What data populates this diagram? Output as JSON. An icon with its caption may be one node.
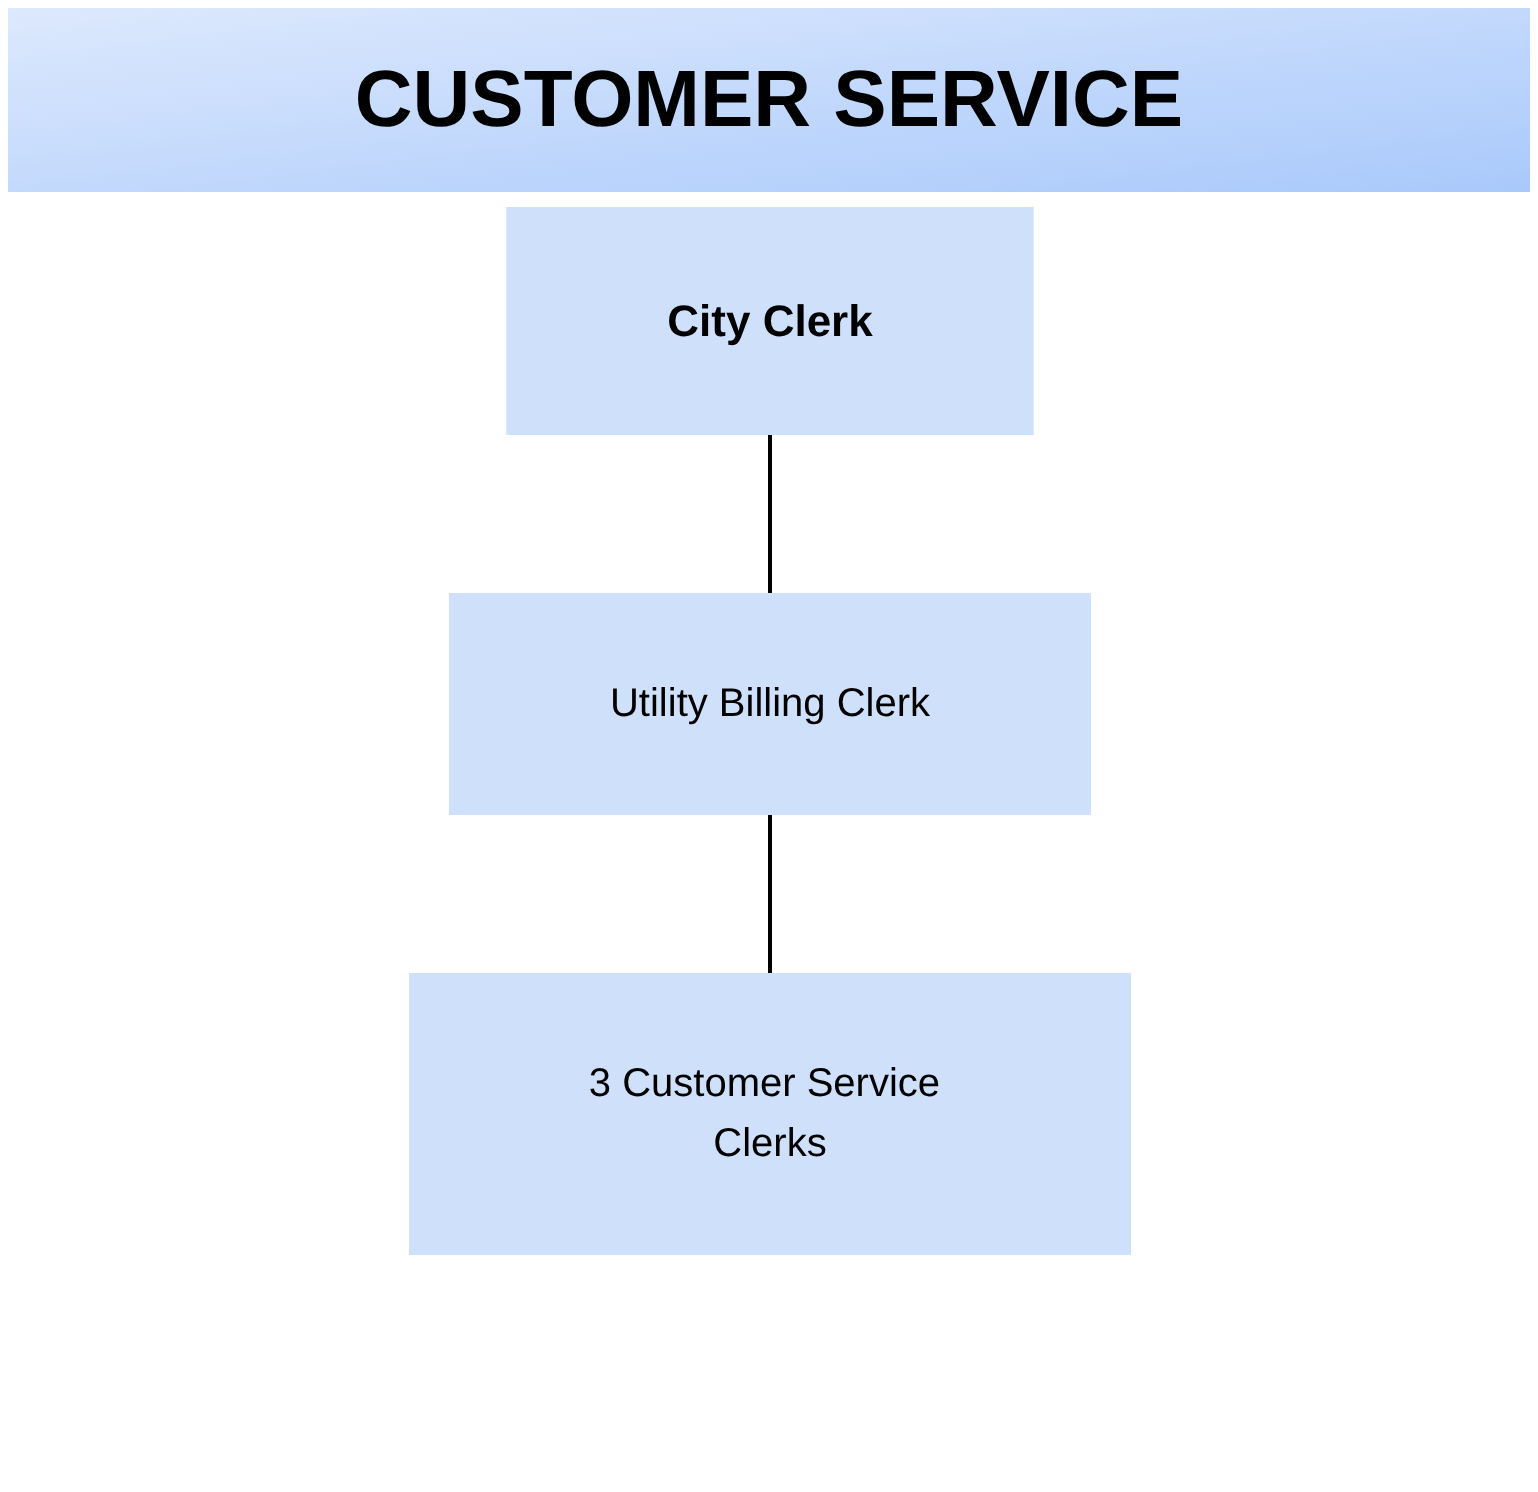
{
  "diagram": {
    "title": "CUSTOMER SERVICE",
    "nodes": [
      {
        "text": [
          "City Clerk"
        ]
      },
      {
        "text": [
          "Utility Billing Clerk"
        ]
      },
      {
        "text": [
          "3 Customer Service Clerks"
        ]
      }
    ],
    "edges": [
      {
        "from": 0,
        "to": 1,
        "arrow": "none"
      },
      {
        "from": 1,
        "to": 2,
        "arrow": "none"
      }
    ]
  }
}
